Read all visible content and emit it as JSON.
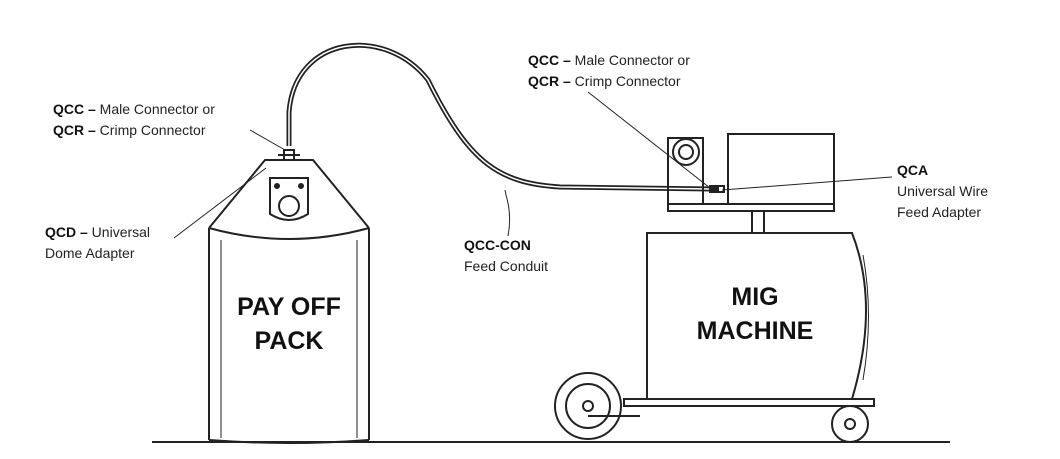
{
  "labels": {
    "qcc_left": {
      "code": "QCC –",
      "text": " Male Connector or"
    },
    "qcr_left": {
      "code": "QCR –",
      "text": " Crimp Connector"
    },
    "qcc_right": {
      "code": "QCC –",
      "text": " Male Connector or"
    },
    "qcr_right": {
      "code": "QCR –",
      "text": " Crimp Connector"
    },
    "qcd": {
      "code": "QCD –",
      "text": " Universal",
      "line2": "Dome Adapter"
    },
    "qcc_con": {
      "code": "QCC-CON",
      "line2": "Feed Conduit"
    },
    "qca": {
      "code": "QCA",
      "line2": "Universal Wire",
      "line3": "Feed Adapter"
    }
  },
  "pay_off_pack": {
    "line1": "PAY OFF",
    "line2": "PACK"
  },
  "mig_machine": {
    "line1": "MIG",
    "line2": "MACHINE"
  },
  "colors": {
    "ink": "#222222",
    "background": "#ffffff"
  }
}
